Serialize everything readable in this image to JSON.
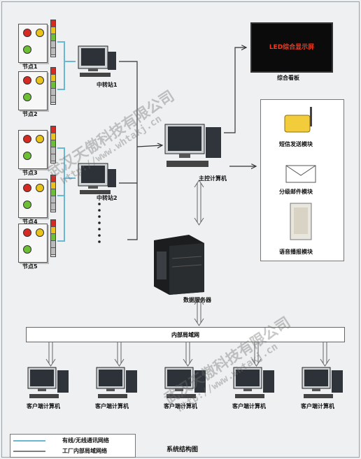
{
  "nodes": [
    "节点1",
    "节点2",
    "节点3",
    "节点4",
    "节点5"
  ],
  "relays": [
    "中转站1",
    "中转站2"
  ],
  "main_computer": "主控计算机",
  "led": {
    "screen_text": "LED综合显示屏",
    "caption": "综合看板"
  },
  "modules": [
    "短信发送模块",
    "分级邮件模块",
    "语音播报模块"
  ],
  "server": "数据服务器",
  "lan": "内部局域网",
  "clients": [
    "客户端计算机",
    "客户端计算机",
    "客户端计算机",
    "客户端计算机",
    "客户端计算机"
  ],
  "legend": {
    "wireless": "有线/无线通讯网络",
    "lan": "工厂内部局域网络"
  },
  "title": "系统结构图",
  "watermark": {
    "company": "武汉天傲科技有限公司",
    "url": "http://www.whtakj.cn"
  },
  "colors": {
    "wireless_line": "#6ab7d3",
    "lan_line": "#333333",
    "led_text": "#f03a1f",
    "lamp_red": "#d62a22",
    "lamp_yellow": "#e9c21a",
    "lamp_green": "#6cbf35"
  }
}
